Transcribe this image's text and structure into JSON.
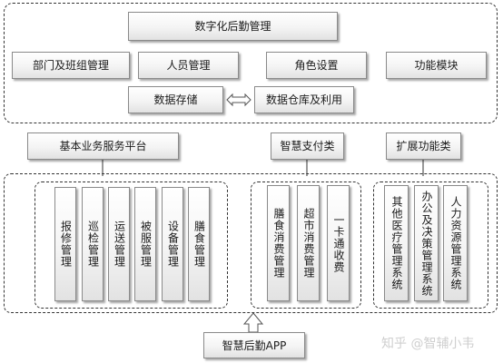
{
  "top_title": "数字化后勤管理",
  "top_modules": [
    "部门及班组管理",
    "人员管理",
    "角色设置",
    "功能模块"
  ],
  "data_storage": "数据存储",
  "data_warehouse": "数据仓库及利用",
  "platforms": [
    "基本业务服务平台",
    "智慧支付类",
    "扩展功能类"
  ],
  "basic_services": [
    "报修管理",
    "巡检管理",
    "运送管理",
    "被服管理",
    "设备管理",
    "膳食管理"
  ],
  "payment_services": [
    "膳食消费管理",
    "超市消费管理",
    "一卡通收费"
  ],
  "extension_services": [
    "其他医疗管理系统",
    "办公及决策管理系统",
    "人力资源管理系统"
  ],
  "app_label": "智慧后勤APP",
  "watermark": "知乎 @智辅小韦"
}
